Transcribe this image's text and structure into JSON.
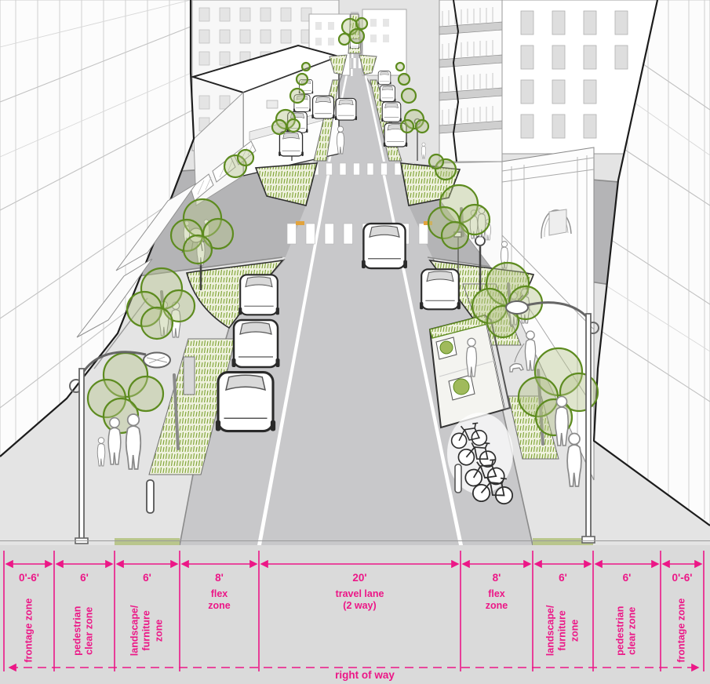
{
  "diagram": {
    "kind": "street cross-section / perspective rendering",
    "right_of_way_label": "right of way"
  },
  "zones": [
    {
      "dimension": "0'-6'",
      "name": "frontage zone",
      "orientation": "vertical"
    },
    {
      "dimension": "6'",
      "name": "pedestrian\nclear zone",
      "orientation": "vertical"
    },
    {
      "dimension": "6'",
      "name": "landscape/\nfurniture\nzone",
      "orientation": "vertical"
    },
    {
      "dimension": "8'",
      "name": "flex\nzone",
      "orientation": "horizontal"
    },
    {
      "dimension": "20'",
      "name": "travel lane\n(2 way)",
      "orientation": "horizontal"
    },
    {
      "dimension": "8'",
      "name": "flex\nzone",
      "orientation": "horizontal"
    },
    {
      "dimension": "6'",
      "name": "landscape/\nfurniture\nzone",
      "orientation": "vertical"
    },
    {
      "dimension": "6'",
      "name": "pedestrian\nclear zone",
      "orientation": "vertical"
    },
    {
      "dimension": "0'-6'",
      "name": "frontage zone",
      "orientation": "vertical"
    }
  ],
  "colors": {
    "accent_pink": "#ec1787",
    "tree_outline_green": "#5d8b1f",
    "canopy_fill_green": "#b6c48b",
    "grass_green": "#7da233",
    "road_gray": "#c8c8ca",
    "side_street_gray": "#b4b4b6",
    "sidewalk_gray": "#e4e4e4",
    "panel_gray": "#dadada",
    "tactile_orange": "#e2a33c"
  }
}
